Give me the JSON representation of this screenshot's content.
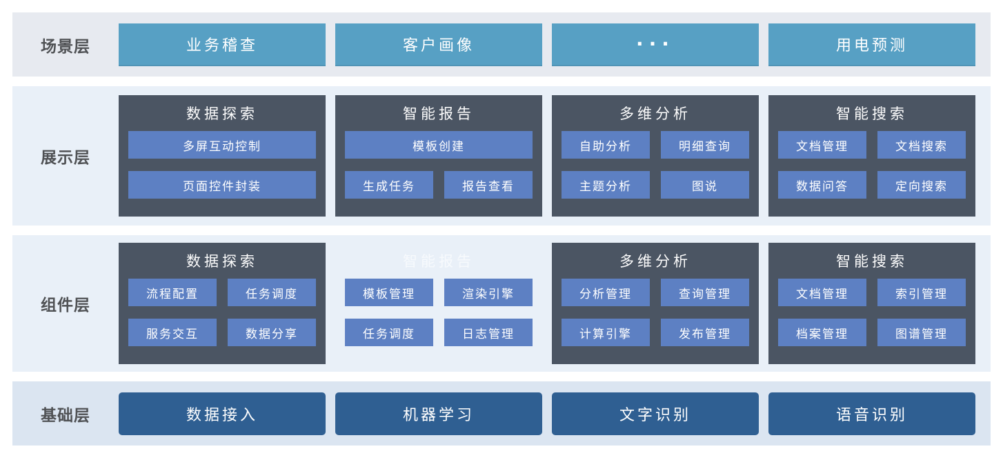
{
  "colors": {
    "scene_button": "#57a0c4",
    "group_container": "#4b5563",
    "group_item": "#5d80c3",
    "base_button": "#2f5f92",
    "row_scene_bg": "#e7eaf0",
    "row_middle_bg": "#e9f0f8",
    "row_base_bg": "#dbe5f1",
    "label_text": "#4f5154"
  },
  "scene_layer": {
    "label": "场景层",
    "buttons": [
      "业务稽查",
      "客户画像",
      "···",
      "用电预测"
    ]
  },
  "presentation_layer": {
    "label": "展示层",
    "groups": [
      {
        "title": "数据探索",
        "rows": [
          [
            "多屏互动控制"
          ],
          [
            "页面控件封装"
          ]
        ]
      },
      {
        "title": "智能报告",
        "rows": [
          [
            "模板创建"
          ],
          [
            "生成任务",
            "报告查看"
          ]
        ]
      },
      {
        "title": "多维分析",
        "rows": [
          [
            "自助分析",
            "明细查询"
          ],
          [
            "主题分析",
            "图说"
          ]
        ]
      },
      {
        "title": "智能搜索",
        "rows": [
          [
            "文档管理",
            "文档搜索"
          ],
          [
            "数据问答",
            "定向搜索"
          ]
        ]
      }
    ]
  },
  "component_layer": {
    "label": "组件层",
    "groups": [
      {
        "title": "数据探索",
        "rows": [
          [
            "流程配置",
            "任务调度"
          ],
          [
            "服务交互",
            "数据分享"
          ]
        ]
      },
      {
        "title": "智能报告",
        "ghost": true,
        "rows": [
          [
            "模板管理",
            "渲染引擎"
          ],
          [
            "任务调度",
            "日志管理"
          ]
        ]
      },
      {
        "title": "多维分析",
        "rows": [
          [
            "分析管理",
            "查询管理"
          ],
          [
            "计算引擎",
            "发布管理"
          ]
        ]
      },
      {
        "title": "智能搜索",
        "rows": [
          [
            "文档管理",
            "索引管理"
          ],
          [
            "档案管理",
            "图谱管理"
          ]
        ]
      }
    ]
  },
  "base_layer": {
    "label": "基础层",
    "buttons": [
      "数据接入",
      "机器学习",
      "文字识别",
      "语音识别"
    ]
  }
}
